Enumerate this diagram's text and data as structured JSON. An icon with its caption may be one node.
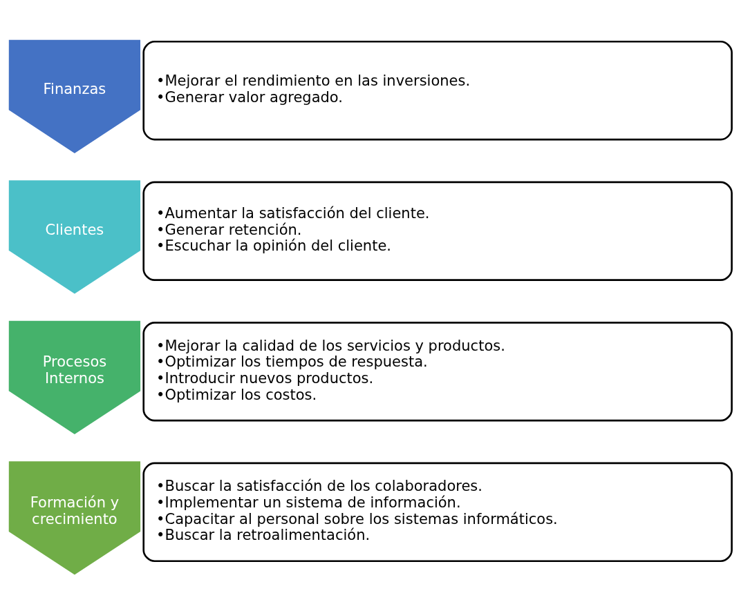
{
  "diagram": {
    "nodes": [
      {
        "text": [
          "Finanzas"
        ]
      },
      {
        "text": [
          "•Mejorar el rendimiento en las inversiones.",
          "•Generar valor agregado."
        ]
      },
      {
        "text": [
          "Clientes"
        ]
      },
      {
        "text": [
          "•Aumentar la satisfacción del cliente.",
          "•Generar retención.",
          "•Escuchar la opinión del cliente."
        ]
      },
      {
        "text": [
          "Procesos Internos"
        ]
      },
      {
        "text": [
          "•Mejorar la calidad de los servicios y productos.",
          "•Optimizar los tiempos de respuesta.",
          "•Introducir nuevos productos.",
          "•Optimizar los costos."
        ]
      },
      {
        "text": [
          "Formación y crecimiento"
        ]
      },
      {
        "text": [
          "•Buscar la satisfacción de los colaboradores.",
          "•Implementar un sistema de información.",
          "•Capacitar al personal sobre los sistemas informáticos.",
          "•Buscar la retroalimentación."
        ]
      }
    ]
  }
}
